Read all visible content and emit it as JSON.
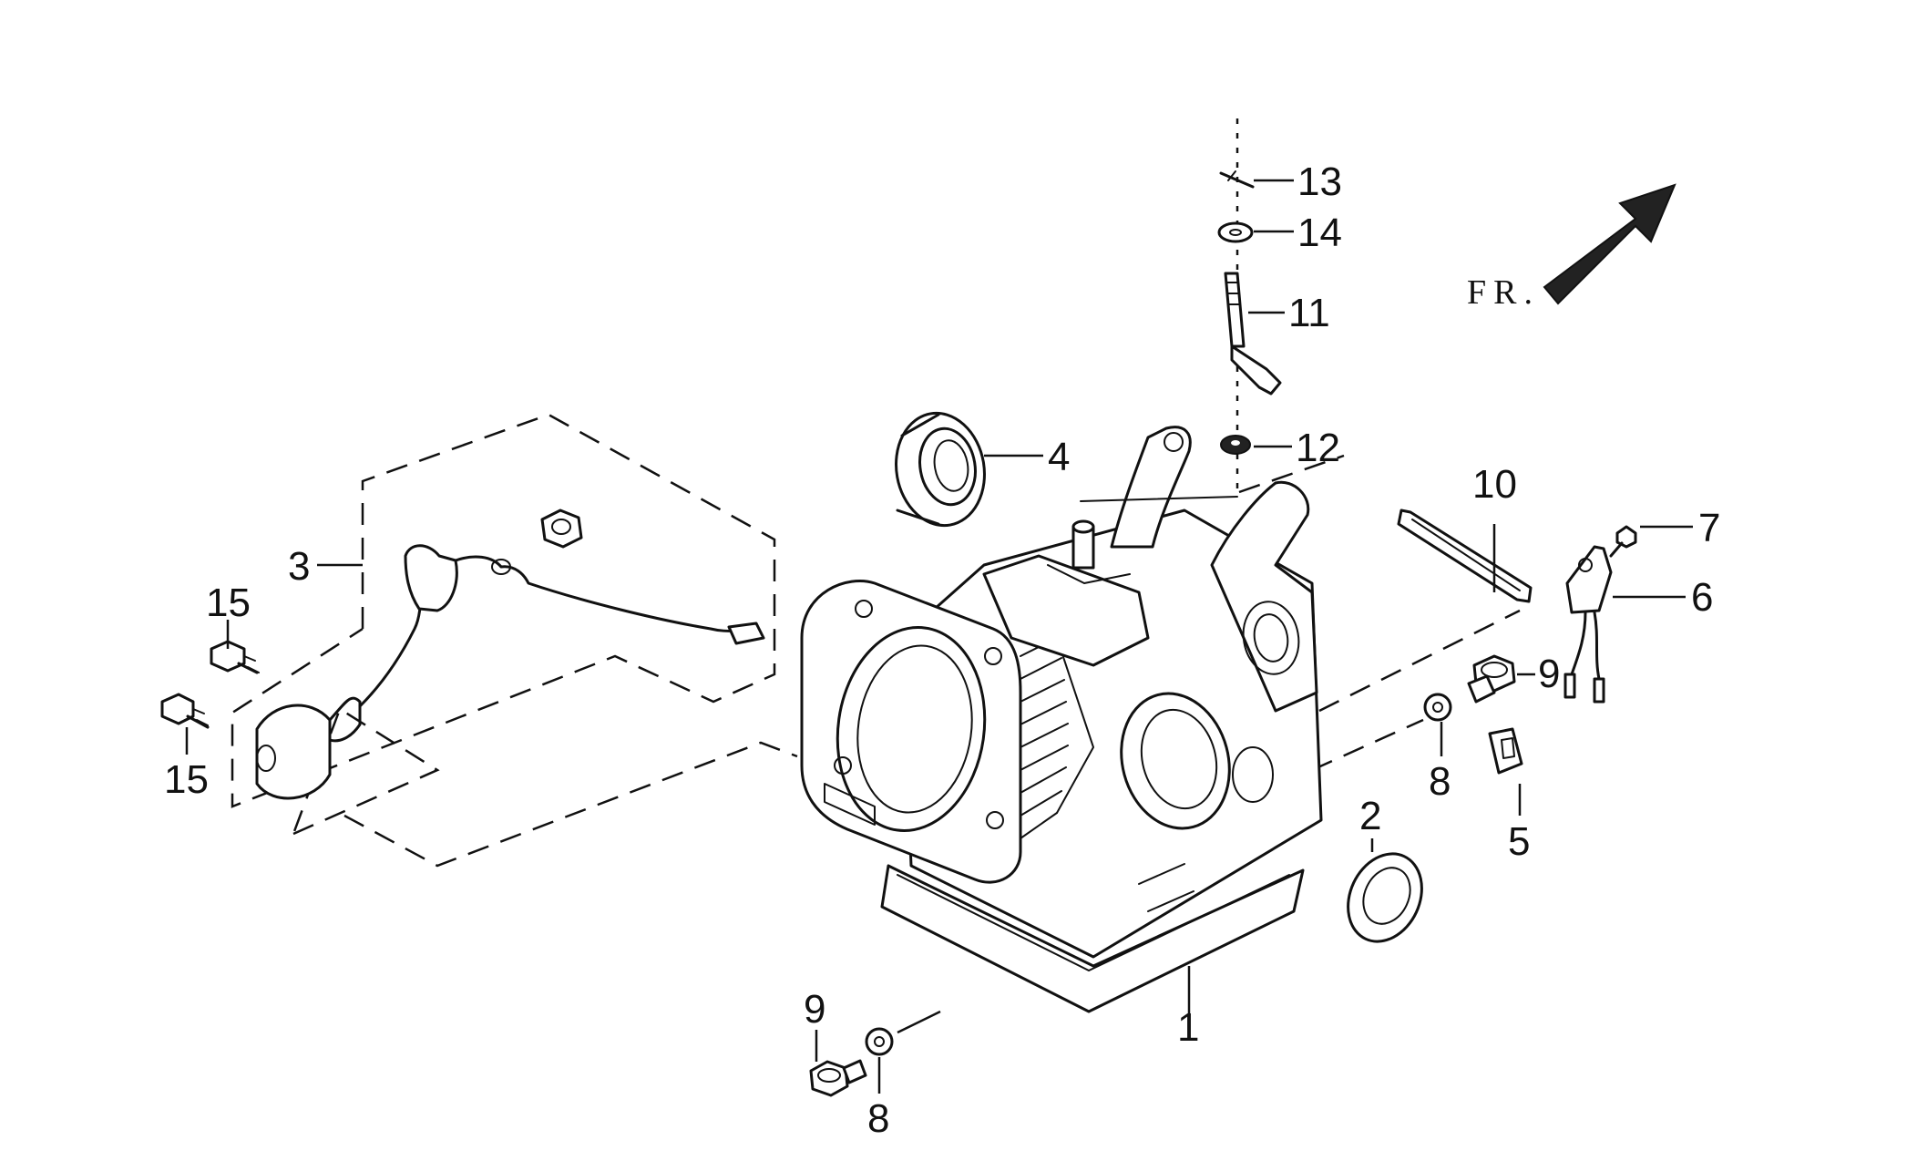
{
  "diagram": {
    "direction_label": "FR.",
    "callouts": [
      {
        "id": "c1",
        "text": "1"
      },
      {
        "id": "c2",
        "text": "2"
      },
      {
        "id": "c3",
        "text": "3"
      },
      {
        "id": "c4",
        "text": "4"
      },
      {
        "id": "c5",
        "text": "5"
      },
      {
        "id": "c6",
        "text": "6"
      },
      {
        "id": "c7",
        "text": "7"
      },
      {
        "id": "c8a",
        "text": "8"
      },
      {
        "id": "c8b",
        "text": "8"
      },
      {
        "id": "c9a",
        "text": "9"
      },
      {
        "id": "c9b",
        "text": "9"
      },
      {
        "id": "c10",
        "text": "10"
      },
      {
        "id": "c11",
        "text": "11"
      },
      {
        "id": "c12",
        "text": "12"
      },
      {
        "id": "c13",
        "text": "13"
      },
      {
        "id": "c14",
        "text": "14"
      },
      {
        "id": "c15a",
        "text": "15"
      },
      {
        "id": "c15b",
        "text": "15"
      }
    ]
  }
}
